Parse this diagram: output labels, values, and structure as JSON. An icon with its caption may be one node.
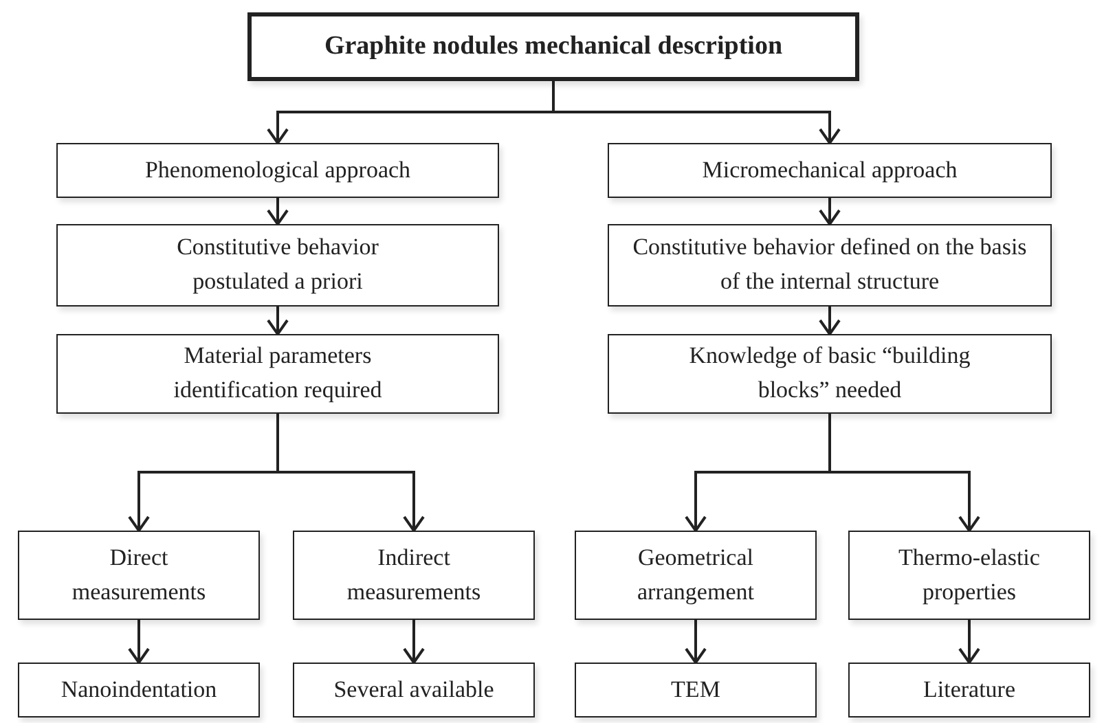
{
  "diagram": {
    "nodes": [
      {
        "text": [
          "Graphite nodules mechanical description"
        ]
      },
      {
        "text": [
          "Phenomenological approach"
        ]
      },
      {
        "text": [
          "Micromechanical approach"
        ]
      },
      {
        "text": [
          "Constitutive behavior postulated a priori"
        ]
      },
      {
        "text": [
          "Constitutive behavior defined on the basis of the internal structure"
        ]
      },
      {
        "text": [
          "Material parameters identification required"
        ]
      },
      {
        "text": [
          "Knowledge of basic “building blocks” needed"
        ]
      },
      {
        "text": [
          "Direct measurements"
        ]
      },
      {
        "text": [
          "Indirect measurements"
        ]
      },
      {
        "text": [
          "Geometrical arrangement"
        ]
      },
      {
        "text": [
          "Thermo-elastic properties"
        ]
      },
      {
        "text": [
          "Nanoindentation"
        ]
      },
      {
        "text": [
          "Several available"
        ]
      },
      {
        "text": [
          "TEM"
        ]
      },
      {
        "text": [
          "Literature"
        ]
      }
    ],
    "edges": [
      {
        "from": 0,
        "to": 1,
        "arrow": "to"
      },
      {
        "from": 0,
        "to": 2,
        "arrow": "to"
      },
      {
        "from": 1,
        "to": 3,
        "arrow": "to"
      },
      {
        "from": 2,
        "to": 4,
        "arrow": "to"
      },
      {
        "from": 3,
        "to": 5,
        "arrow": "to"
      },
      {
        "from": 4,
        "to": 6,
        "arrow": "to"
      },
      {
        "from": 5,
        "to": 7,
        "arrow": "to"
      },
      {
        "from": 5,
        "to": 8,
        "arrow": "to"
      },
      {
        "from": 6,
        "to": 9,
        "arrow": "to"
      },
      {
        "from": 6,
        "to": 10,
        "arrow": "to"
      },
      {
        "from": 7,
        "to": 11,
        "arrow": "to"
      },
      {
        "from": 8,
        "to": 12,
        "arrow": "to"
      },
      {
        "from": 9,
        "to": 13,
        "arrow": "to"
      },
      {
        "from": 10,
        "to": 14,
        "arrow": "to"
      }
    ]
  }
}
